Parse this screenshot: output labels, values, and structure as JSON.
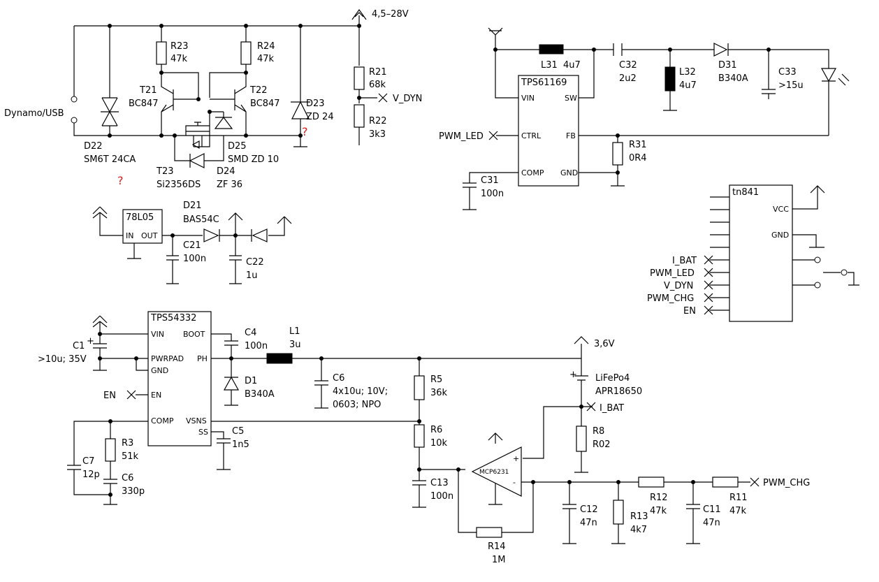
{
  "supply": {
    "input_range": "4,5–28V",
    "vbat": "3,6V"
  },
  "connector": {
    "label": "Dynamo/USB"
  },
  "protection": {
    "d22": {
      "ref": "D22",
      "value": "SM6T 24CA",
      "note": "?"
    },
    "r23": {
      "ref": "R23",
      "value": "47k"
    },
    "r24": {
      "ref": "R24",
      "value": "47k"
    },
    "t21": {
      "ref": "T21",
      "value": "BC847"
    },
    "t22": {
      "ref": "T22",
      "value": "BC847"
    },
    "t23": {
      "ref": "T23",
      "value": "Si2356DS"
    },
    "d25": {
      "ref": "D25",
      "value": "SMD ZD 10"
    },
    "d24": {
      "ref": "D24",
      "value": "ZF 36"
    },
    "d23": {
      "ref": "D23",
      "value": "ZD 24",
      "note": "?"
    },
    "r21": {
      "ref": "R21",
      "value": "68k"
    },
    "r22": {
      "ref": "R22",
      "value": "3k3"
    },
    "net_vdyn": "V_DYN"
  },
  "ldo": {
    "ic": "78L05",
    "pin_in": "IN",
    "pin_out": "OUT",
    "d21": {
      "ref": "D21",
      "value": "BAS54C"
    },
    "c21": {
      "ref": "C21",
      "value": "100n"
    },
    "c22": {
      "ref": "C22",
      "value": "1u"
    }
  },
  "led_driver": {
    "ic": "TPS61169",
    "pins": {
      "vin": "VIN",
      "sw": "SW",
      "ctrl": "CTRL",
      "fb": "FB",
      "comp": "COMP",
      "gnd": "GND"
    },
    "l31": {
      "ref": "L31",
      "value": "4u7"
    },
    "c32": {
      "ref": "C32",
      "value": "2u2"
    },
    "l32": {
      "ref": "L32",
      "value": "4u7"
    },
    "d31": {
      "ref": "D31",
      "value": "B340A"
    },
    "c33": {
      "ref": "C33",
      "value": ">15u"
    },
    "r31": {
      "ref": "R31",
      "value": "0R4"
    },
    "c31": {
      "ref": "C31",
      "value": "100n"
    },
    "net_pwm_led": "PWM_LED"
  },
  "mcu": {
    "ic": "tn841",
    "pins": {
      "vcc": "VCC",
      "gnd": "GND"
    },
    "nets": [
      "I_BAT",
      "PWM_LED",
      "V_DYN",
      "PWM_CHG",
      "EN"
    ]
  },
  "charger": {
    "ic": "TPS54332",
    "pins": {
      "vin": "VIN",
      "boot": "BOOT",
      "pwrpad": "PWRPAD",
      "ph": "PH",
      "gnd": "GND",
      "en": "EN",
      "comp": "COMP",
      "vsns": "VSNS",
      "ss": "SS"
    },
    "c1": {
      "ref": "C1",
      "value": ">10u; 35V",
      "polarity": "+"
    },
    "c4": {
      "ref": "C4",
      "value": "100n"
    },
    "l1": {
      "ref": "L1",
      "value": "3u"
    },
    "d1": {
      "ref": "D1",
      "value": "B340A"
    },
    "c6a": {
      "ref": "C6",
      "value_l1": "4x10u; 10V;",
      "value_l2": "0603; NPO"
    },
    "r5": {
      "ref": "R5",
      "value": "36k"
    },
    "r6": {
      "ref": "R6",
      "value": "10k"
    },
    "c5": {
      "ref": "C5",
      "value": "1n5"
    },
    "r3": {
      "ref": "R3",
      "value": "51k"
    },
    "c7": {
      "ref": "C7",
      "value": "12p"
    },
    "c6b": {
      "ref": "C6",
      "value": "330p"
    },
    "bat": {
      "ref": "LiFePo4",
      "value": "APR18650",
      "polarity": "+"
    },
    "r8": {
      "ref": "R8",
      "value": "R02"
    },
    "opamp": {
      "ref": "MCP6231",
      "plus": "+",
      "minus": "-"
    },
    "c13": {
      "ref": "C13",
      "value": "100n"
    },
    "r14": {
      "ref": "R14",
      "value": "1M"
    },
    "c12": {
      "ref": "C12",
      "value": "47n"
    },
    "r13": {
      "ref": "R13",
      "value": "4k7"
    },
    "r12": {
      "ref": "R12",
      "value": "47k"
    },
    "c11": {
      "ref": "C11",
      "value": "47n"
    },
    "r11": {
      "ref": "R11",
      "value": "47k"
    },
    "net_en": "EN",
    "net_ibat": "I_BAT",
    "net_pwm_chg": "PWM_CHG"
  }
}
